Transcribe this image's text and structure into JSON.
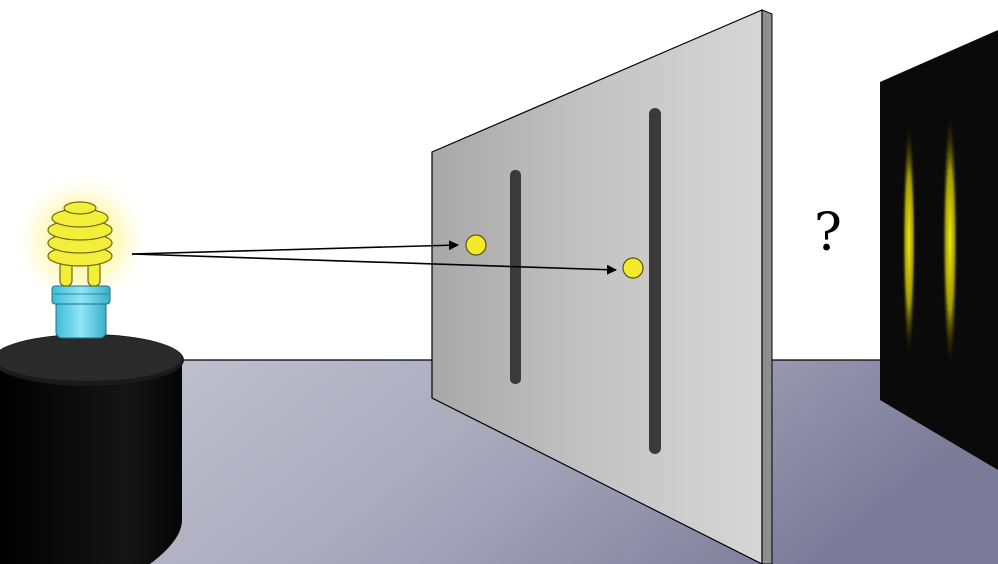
{
  "diagram": {
    "title": "",
    "annotation": "?",
    "elements": {
      "light_source": "compact-fluorescent-bulb",
      "stand": "black-cylinder",
      "barrier": "plate-with-two-slits",
      "screen": "detector-screen-with-bands",
      "particles": 2,
      "arrows": 2,
      "screen_bands": 2
    },
    "colors": {
      "wall": "#ffffff",
      "floor": "#9b9bb0",
      "barrier": "#bdbdbd",
      "slit": "#3a3a3a",
      "particle": "#f2ea2a",
      "screen": "#0a0a0a",
      "band": "#e8e000",
      "bulb_glow": "#fff79a",
      "bulb_base": "#5fd4ec",
      "arrow": "#000000"
    }
  }
}
